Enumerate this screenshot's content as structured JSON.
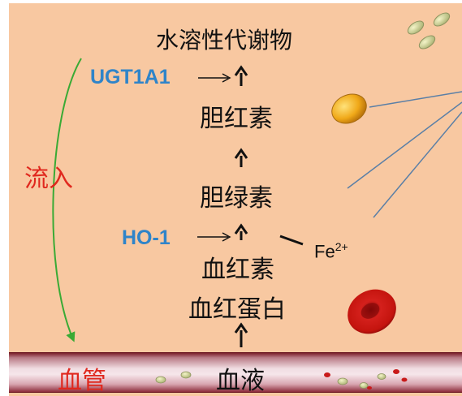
{
  "pathway": {
    "top_product": "水溶性代谢物",
    "bilirubin": "胆红素",
    "biliverdin": "胆绿素",
    "heme": "血红素",
    "hemoglobin": "血红蛋白",
    "blood": "血液"
  },
  "enzymes": {
    "ugt": "UGT1A1",
    "ho": "HO-1"
  },
  "iron": {
    "symbol": "Fe",
    "charge": "2+"
  },
  "labels": {
    "inflow": "流入",
    "vessel": "血管"
  },
  "colors": {
    "background": "#f8c8a1",
    "enzyme_text": "#2f84c9",
    "red_text": "#e0281e",
    "inflow_arrow": "#3aaa35"
  }
}
